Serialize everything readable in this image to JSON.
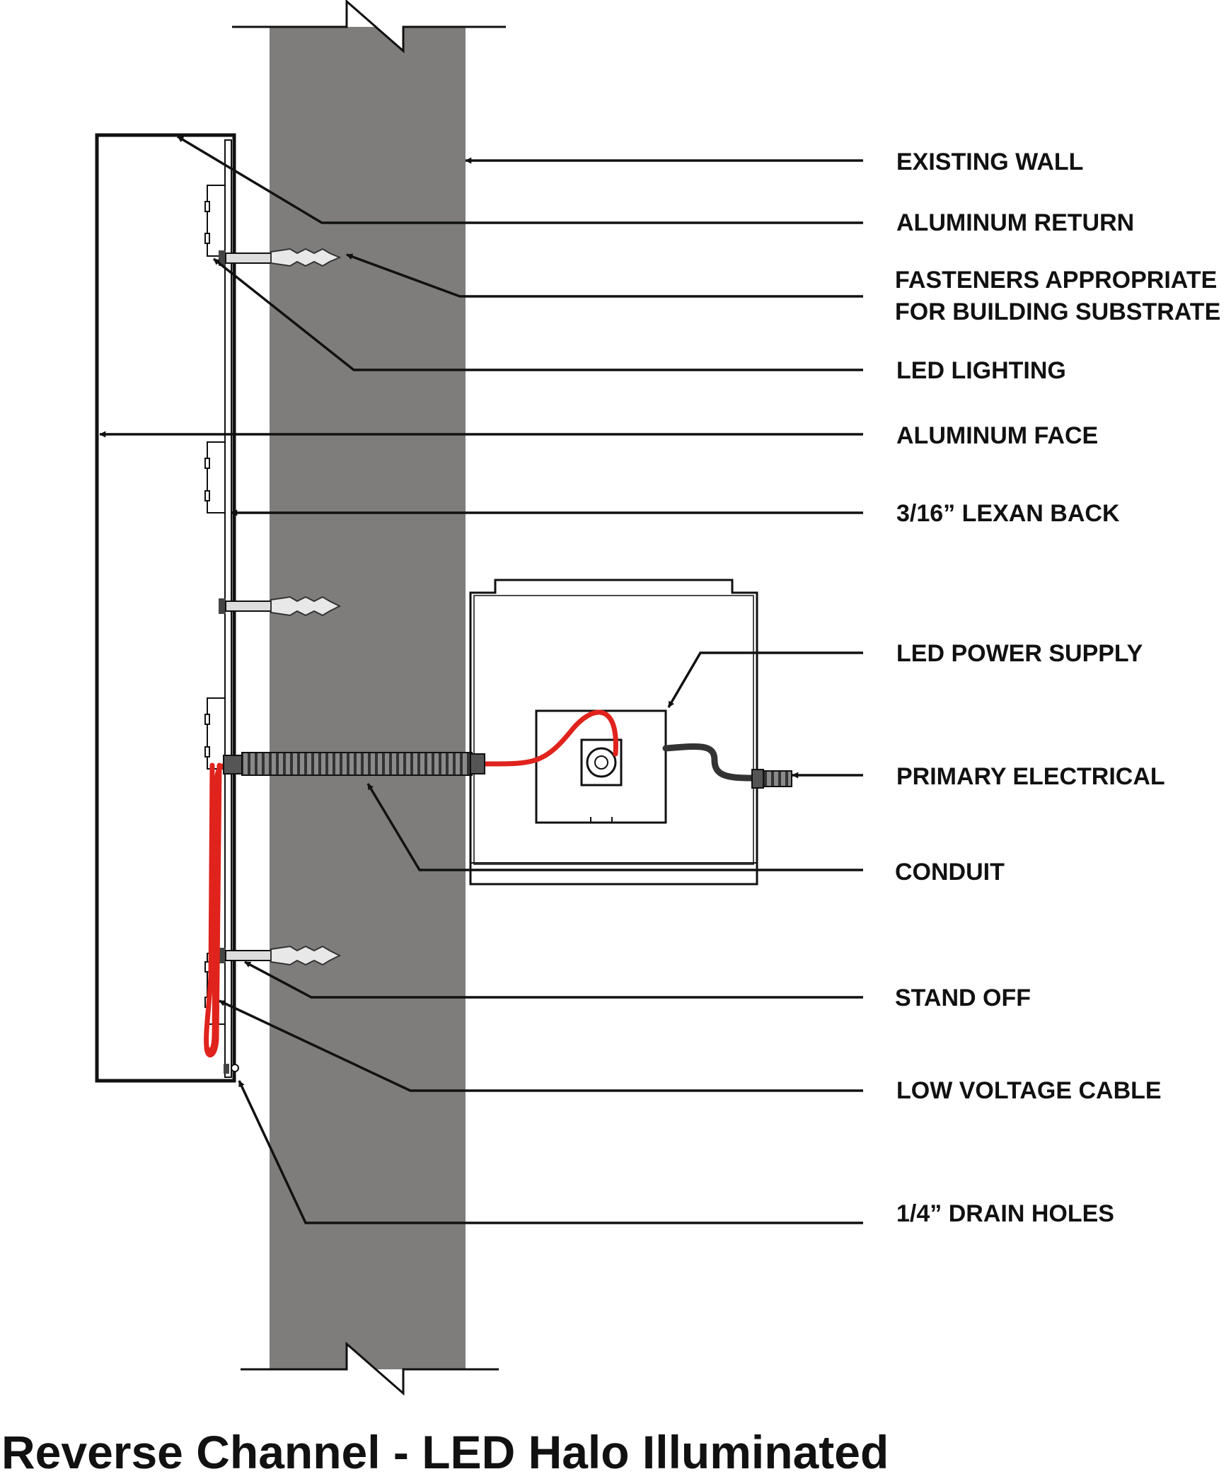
{
  "title": "Reverse Channel - LED Halo Illuminated",
  "colors": {
    "wall": "#7f7d7c",
    "led_wire": "#e0231c",
    "conduit": "#555555",
    "line": "#111111"
  },
  "labels": {
    "existing_wall": "EXISTING WALL",
    "aluminum_return": "ALUMINUM RETURN",
    "fasteners_line1": "FASTENERS APPROPRIATE",
    "fasteners_line2": "FOR BUILDING SUBSTRATE",
    "led_lighting": "LED LIGHTING",
    "aluminum_face": "ALUMINUM FACE",
    "lexan_back": "3/16” LEXAN BACK",
    "led_power_supply": "LED POWER SUPPLY",
    "primary_electrical": "PRIMARY ELECTRICAL",
    "conduit": "CONDUIT",
    "stand_off": "STAND OFF",
    "low_voltage_cable": "LOW VOLTAGE CABLE",
    "drain_holes": "1/4” DRAIN HOLES"
  }
}
